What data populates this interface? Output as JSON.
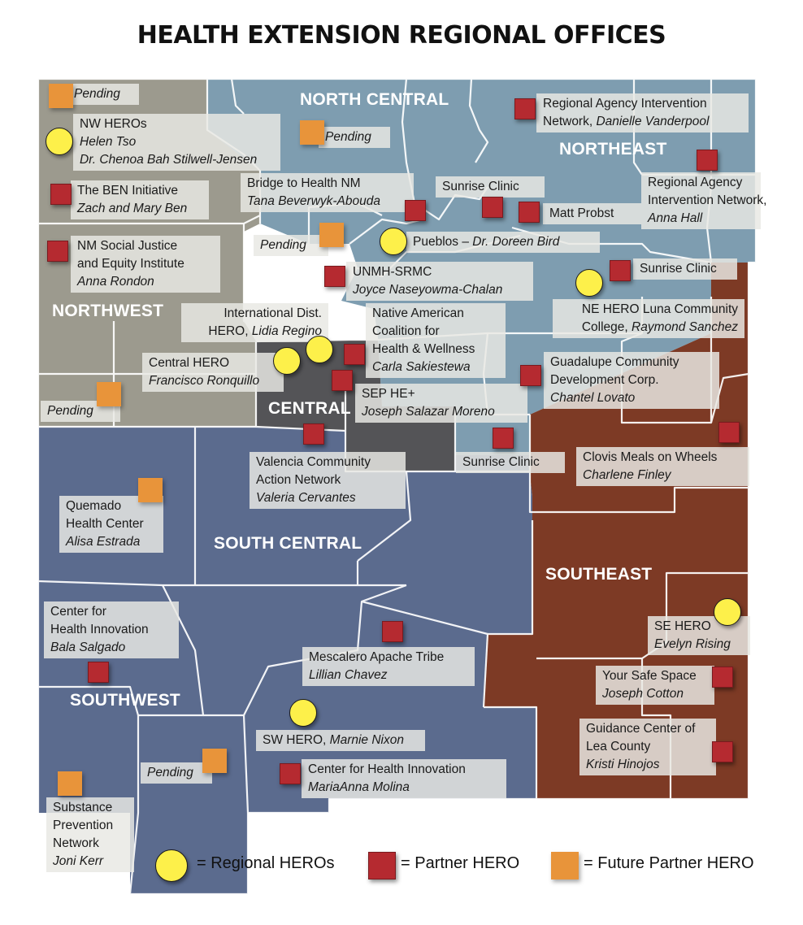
{
  "title": "HEALTH EXTENSION REGIONAL OFFICES",
  "colors": {
    "northwest": "#9c9a8e",
    "north_central": "#7e9db0",
    "northeast": "#7e9db0",
    "central": "#545457",
    "south_central": "#5b6b8e",
    "southwest": "#5b6b8e",
    "southeast": "#7d3a25",
    "regional_hero": "#fdf04a",
    "partner_hero": "#b52a30",
    "future_partner_hero": "#e8943a"
  },
  "regions": {
    "north_central": "NORTH CENTRAL",
    "northeast": "NORTHEAST",
    "northwest": "NORTHWEST",
    "central": "CENTRAL",
    "south_central": "SOUTH CENTRAL",
    "southeast": "SOUTHEAST",
    "southwest": "SOUTHWEST"
  },
  "labels": {
    "pending_nw_top": "Pending",
    "nw_heros": [
      "NW HEROs",
      "Helen Tso",
      "Dr. Chenoa Bah Stilwell-Jensen"
    ],
    "ben_initiative": [
      "The BEN Initiative",
      "Zach and Mary Ben"
    ],
    "nm_social_justice": [
      "NM Social Justice",
      "and Equity Institute",
      "Anna Rondon"
    ],
    "pending_nc": "Pending",
    "bridge_to_health": [
      "Bridge to Health NM",
      "Tana Beverwyk-Abouda"
    ],
    "pending_nw_mid": "Pending",
    "regional_agency_1": [
      "Regional Agency Intervention",
      "Network, ",
      "Danielle Vanderpool"
    ],
    "sunrise_clinic_1": "Sunrise Clinic",
    "matt_probst": "Matt Probst",
    "regional_agency_2": [
      "Regional Agency",
      "Intervention Network,",
      "Anna Hall"
    ],
    "pueblos": [
      "Pueblos – ",
      "Dr. Doreen Bird"
    ],
    "unmh_srmc": [
      "UNMH-SRMC",
      "Joyce Naseyowma-Chalan"
    ],
    "sunrise_clinic_2": "Sunrise Clinic",
    "ne_hero": [
      "NE HERO Luna Community",
      "College, ",
      "Raymond Sanchez"
    ],
    "international_dist": [
      "International Dist.",
      "HERO, ",
      "Lidia Regino"
    ],
    "native_american": [
      "Native American",
      "Coalition for",
      "Health & Wellness",
      "Carla Sakiestewa"
    ],
    "central_hero": [
      "Central HERO",
      "Francisco Ronquillo"
    ],
    "guadalupe": [
      "Guadalupe Community",
      "Development Corp.",
      "Chantel Lovato"
    ],
    "sep_he": [
      "SEP HE+",
      "Joseph Salazar Moreno"
    ],
    "pending_nw_bottom": "Pending",
    "valencia": [
      "Valencia Community",
      "Action Network",
      "Valeria Cervantes"
    ],
    "sunrise_clinic_3": "Sunrise Clinic",
    "clovis": [
      "Clovis Meals on Wheels",
      "Charlene Finley"
    ],
    "quemado": [
      "Quemado",
      "Health Center",
      "Alisa Estrada"
    ],
    "center_health_innovation_sw": [
      "Center for",
      "Health Innovation",
      "Bala Salgado"
    ],
    "se_hero": [
      "SE HERO",
      "Evelyn Rising"
    ],
    "mescalero": [
      "Mescalero Apache Tribe",
      "Lillian Chavez"
    ],
    "your_safe_space": [
      "Your Safe Space",
      "Joseph Cotton"
    ],
    "sw_hero": [
      "SW HERO, ",
      "Marnie Nixon"
    ],
    "guidance_center": [
      "Guidance Center of",
      "Lea County",
      "Kristi Hinojos"
    ],
    "pending_sw": "Pending",
    "center_health_innovation_sc": [
      "Center for Health Innovation",
      "MariaAnna Molina"
    ],
    "substance_prevention": [
      "Substance",
      "Prevention",
      "Network",
      "Joni Kerr"
    ]
  },
  "legend": {
    "regional": "= Regional HEROs",
    "partner": "= Partner HERO",
    "future": "= Future Partner HERO"
  }
}
